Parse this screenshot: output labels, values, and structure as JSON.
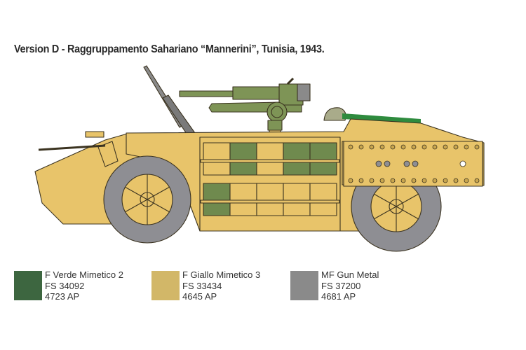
{
  "title": "Version D - Raggruppamento Sahariano “Mannerini”, Tunisia, 1943.",
  "illustration": {
    "subject": "armored-car-side-view",
    "colors": {
      "body": "#e8c46a",
      "body_shade": "#c9a64e",
      "green": "#6f8a4e",
      "gun_green": "#7e9456",
      "tire": "#8e8e93",
      "outline": "#3b3320",
      "netting": "#2e8b3e",
      "gun_metal": "#7a7a7a"
    }
  },
  "legend": [
    {
      "name": "F Verde Mimetico 2",
      "fs": "FS 34092",
      "ap": "4723 AP",
      "color": "#3d6640"
    },
    {
      "name": "F Giallo Mimetico 3",
      "fs": "FS 33434",
      "ap": "4645 AP",
      "color": "#d2b768"
    },
    {
      "name": "MF Gun Metal",
      "fs": "FS 37200",
      "ap": "4681 AP",
      "color": "#8a8a8a"
    }
  ]
}
